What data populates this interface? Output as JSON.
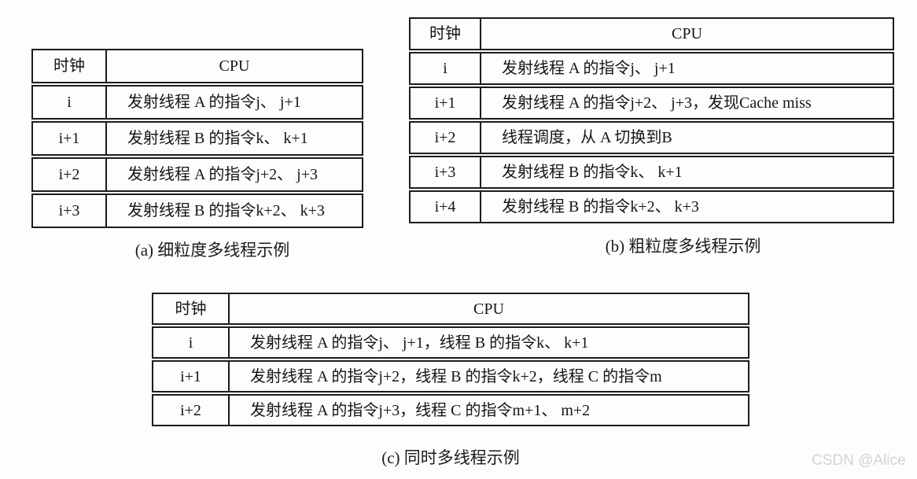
{
  "page": {
    "background": "#fdfdfd",
    "border_color": "#1c1c1c",
    "watermark": {
      "text": "CSDN @Alice",
      "color": "#d0d3d8"
    }
  },
  "tables": [
    {
      "id": "a",
      "caption": "(a) 细粒度多线程示例",
      "headers": [
        "时钟",
        "CPU"
      ],
      "rows": [
        [
          "i",
          "发射线程 A 的指令j、 j+1"
        ],
        [
          "i+1",
          "发射线程 B 的指令k、 k+1"
        ],
        [
          "i+2",
          "发射线程 A 的指令j+2、 j+3"
        ],
        [
          "i+3",
          "发射线程 B 的指令k+2、 k+3"
        ]
      ]
    },
    {
      "id": "b",
      "caption": "(b) 粗粒度多线程示例",
      "headers": [
        "时钟",
        "CPU"
      ],
      "rows": [
        [
          "i",
          "发射线程 A 的指令j、 j+1"
        ],
        [
          "i+1",
          "发射线程 A 的指令j+2、 j+3，发现Cache miss"
        ],
        [
          "i+2",
          "线程调度，从 A 切换到B"
        ],
        [
          "i+3",
          "发射线程 B 的指令k、 k+1"
        ],
        [
          "i+4",
          "发射线程 B 的指令k+2、 k+3"
        ]
      ]
    },
    {
      "id": "c",
      "caption": "(c) 同时多线程示例",
      "headers": [
        "时钟",
        "CPU"
      ],
      "rows": [
        [
          "i",
          "发射线程 A 的指令j、 j+1，线程 B 的指令k、 k+1"
        ],
        [
          "i+1",
          "发射线程 A 的指令j+2，线程 B 的指令k+2，线程 C 的指令m"
        ],
        [
          "i+2",
          "发射线程 A 的指令j+3，线程 C 的指令m+1、 m+2"
        ]
      ]
    }
  ]
}
